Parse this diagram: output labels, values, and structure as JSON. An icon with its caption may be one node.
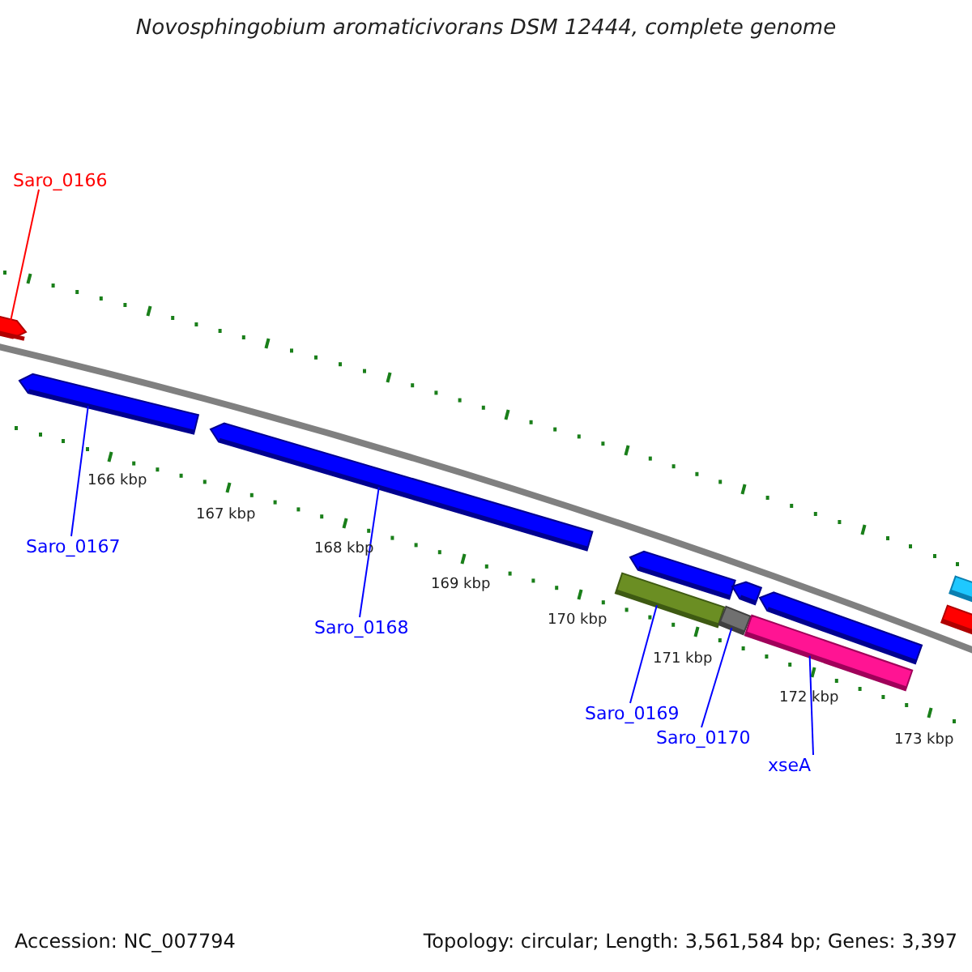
{
  "diagram": {
    "title": "Novosphingobium aromaticivorans DSM 12444, complete genome",
    "nodes": [
      {
        "text": [
          "Saro_0166"
        ]
      },
      {
        "text": [],
        "shape": "bar"
      },
      {
        "text": [
          "Saro_0167"
        ]
      },
      {
        "text": [],
        "shape": "bar"
      },
      {
        "text": [
          "Saro_0168"
        ]
      },
      {
        "text": [],
        "shape": "bar"
      },
      {
        "text": [
          "Saro_0169"
        ]
      },
      {
        "text": [],
        "shape": "bar"
      },
      {
        "text": [
          "Saro_0170"
        ]
      },
      {
        "text": [],
        "shape": "bar"
      },
      {
        "text": [
          "xseA"
        ]
      },
      {
        "text": [],
        "shape": "bar"
      },
      {
        "text": [],
        "shape": "bar"
      },
      {
        "text": [],
        "shape": "bar"
      },
      {
        "text": [],
        "shape": "bar"
      },
      {
        "text": [],
        "shape": "bar"
      },
      {
        "text": [],
        "shape": "bar"
      }
    ],
    "edges": [
      {
        "from": 0,
        "to": 1,
        "arrow": "none",
        "color": "#ff0000"
      },
      {
        "from": 2,
        "to": 3,
        "arrow": "none"
      },
      {
        "from": 4,
        "to": 5,
        "arrow": "none"
      },
      {
        "from": 6,
        "to": 7,
        "arrow": "none"
      },
      {
        "from": 8,
        "to": 9,
        "arrow": "none"
      },
      {
        "from": 10,
        "to": 11,
        "arrow": "none"
      }
    ],
    "labels": [
      "166 kbp",
      "167 kbp",
      "168 kbp",
      "169 kbp",
      "170 kbp",
      "171 kbp",
      "172 kbp",
      "173 kbp",
      "Accession: NC_007794",
      "Topology: circular; Length: 3,561,584 bp; Genes: 3,397"
    ]
  }
}
